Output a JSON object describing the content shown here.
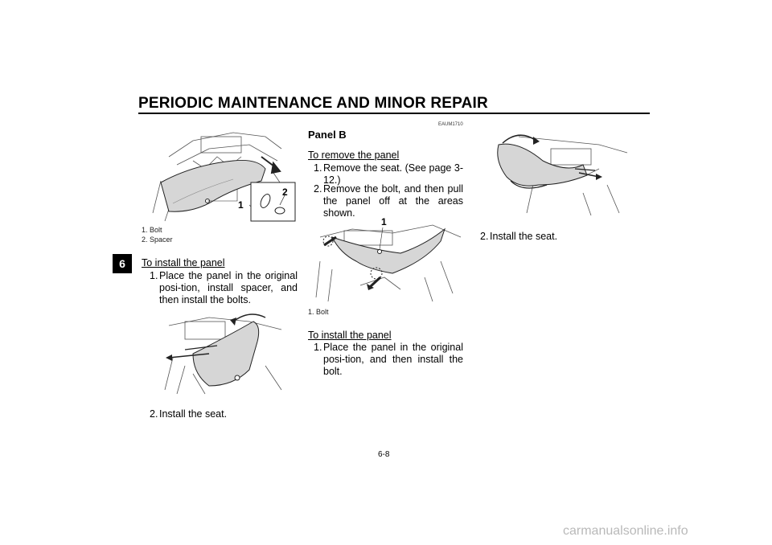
{
  "header": {
    "title": "PERIODIC MAINTENANCE AND MINOR REPAIR",
    "chapter": "6"
  },
  "col1": {
    "fig1_labels": {
      "bolt": "1",
      "spacer": "2"
    },
    "caption": [
      "1. Bolt",
      "2. Spacer"
    ],
    "install_heading": "To install the panel",
    "step1": {
      "num": "1.",
      "text": "Place the panel in the original posi-tion, install spacer, and then install the bolts."
    },
    "step2": {
      "num": "2.",
      "text": "Install the seat."
    }
  },
  "col2": {
    "code": "EAUM1710",
    "heading": "Panel B",
    "remove_heading": "To remove the panel",
    "step1": {
      "num": "1.",
      "text": "Remove the seat. (See page 3-12.)"
    },
    "step2": {
      "num": "2.",
      "text": "Remove the bolt, and then pull the panel off at the areas shown."
    },
    "fig_label": "1",
    "caption": "1. Bolt",
    "install_heading": "To install the panel",
    "step3": {
      "num": "1.",
      "text": "Place the panel in the original posi-tion, and then install the bolt."
    }
  },
  "col3": {
    "step": {
      "num": "2.",
      "text": "Install the seat."
    }
  },
  "footer": {
    "page_number": "6-8",
    "watermark": "carmanualsonline.info"
  }
}
